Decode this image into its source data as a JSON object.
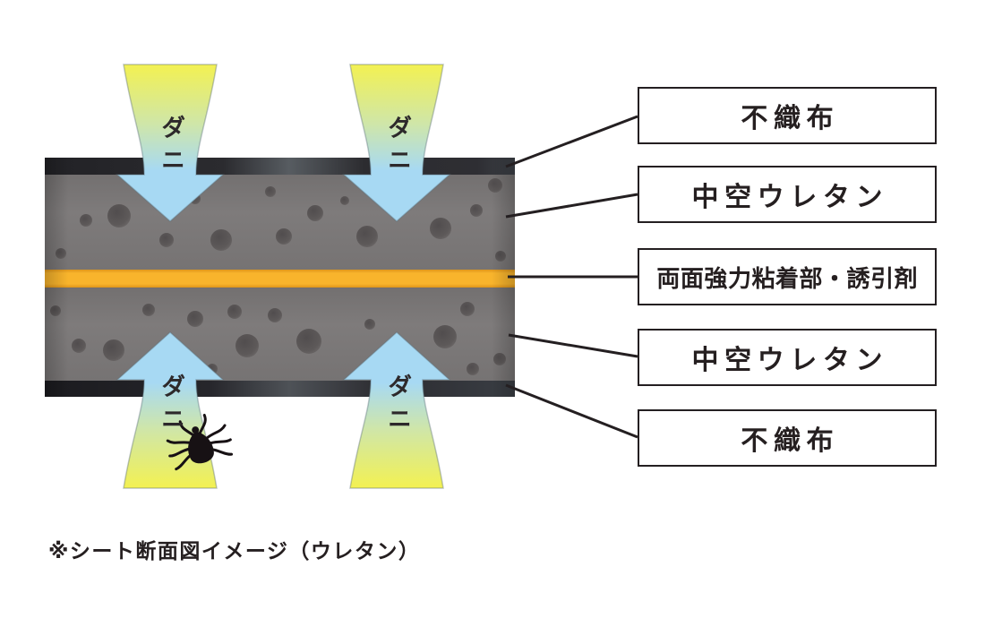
{
  "figure": {
    "caption": "※シート断面図イメージ（ウレタン）",
    "arrow_label": "ダニ",
    "layer_labels": [
      "不織布",
      "中空ウレタン",
      "両面強力粘着部・誘引剤",
      "中空ウレタン",
      "不織布"
    ],
    "colors": {
      "adhesive_orange": "#f8b42c",
      "arrow_blue": "#a7d9f3",
      "arrow_yellow": "#f3f152",
      "foam_gray": "#7c7979",
      "pore_gray": "#5d5959",
      "fabric_dark": "#28282c",
      "line_black": "#231f21",
      "mite_black": "#171114"
    }
  }
}
